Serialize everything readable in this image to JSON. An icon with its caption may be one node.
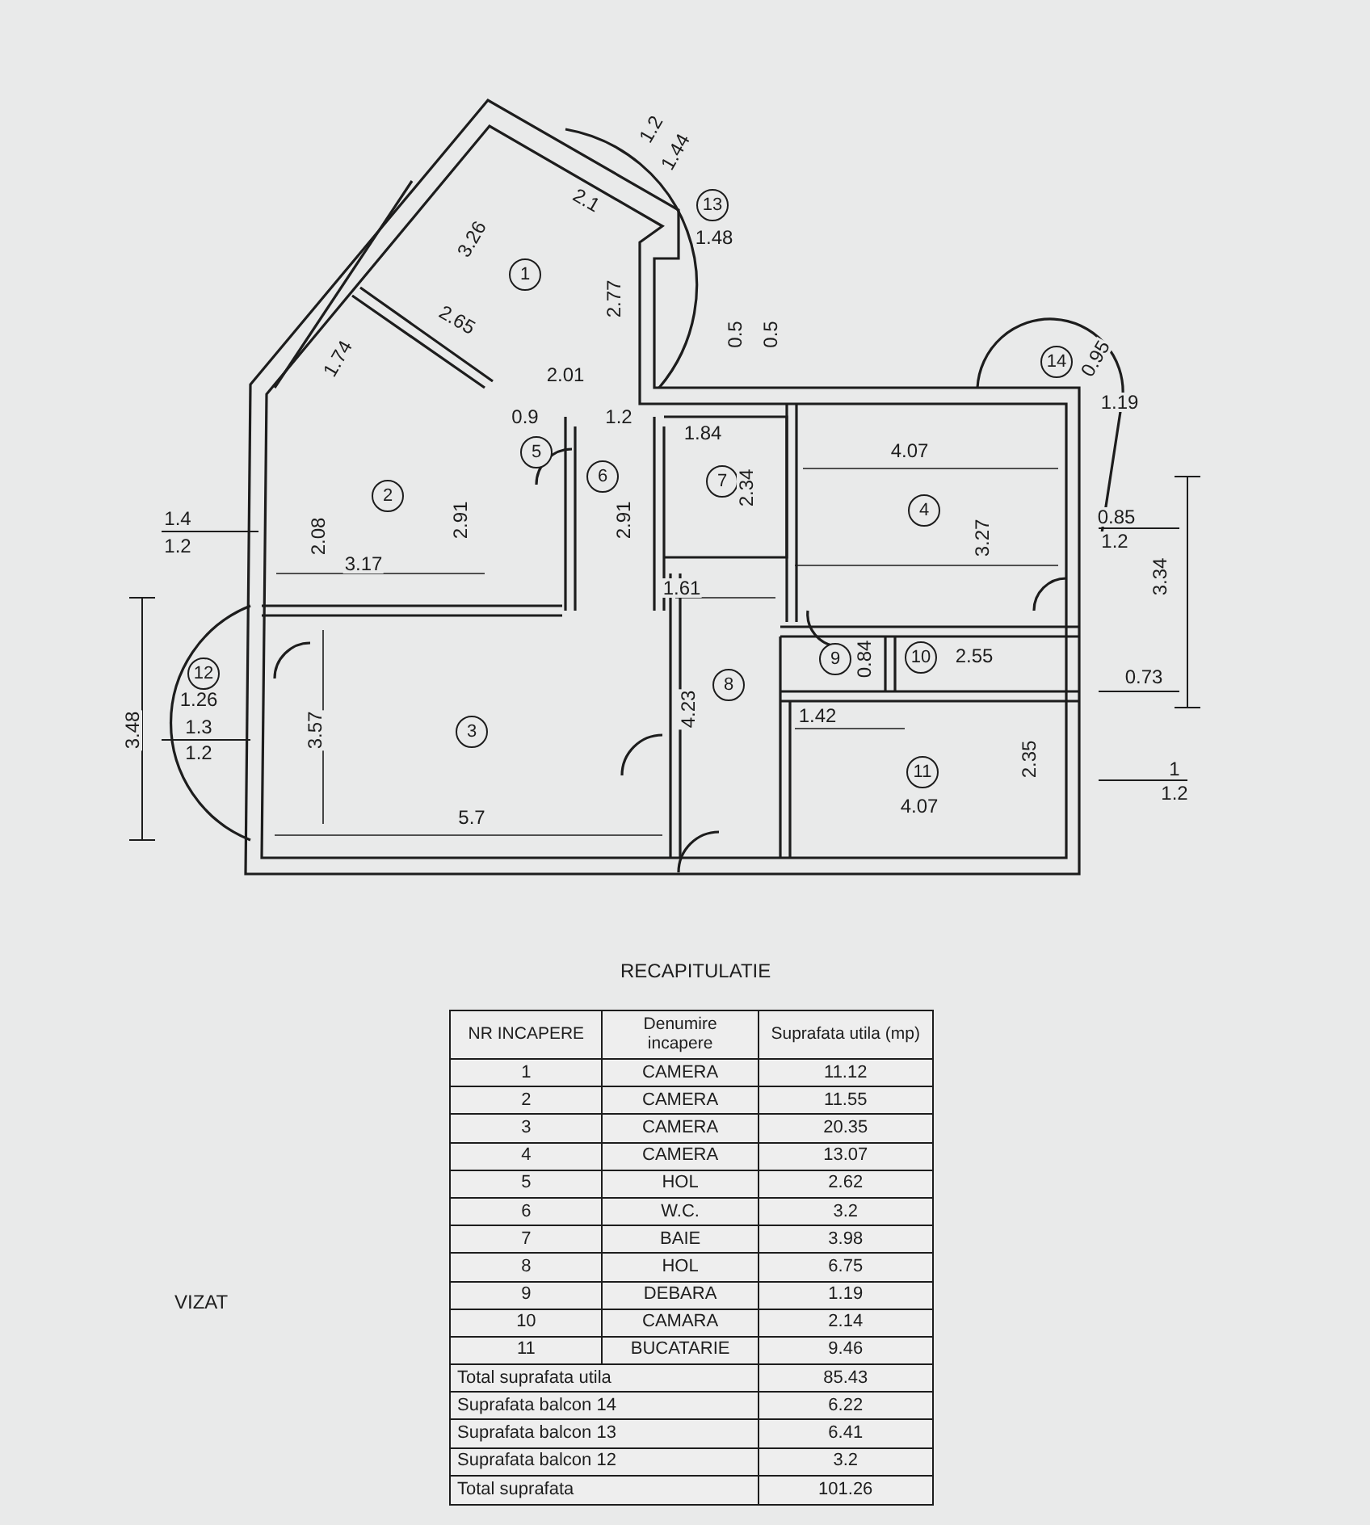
{
  "diagram": {
    "nodes": [
      {
        "text": [
          "13"
        ]
      },
      {
        "text": [
          "1"
        ]
      },
      {
        "text": [
          "14"
        ]
      },
      {
        "text": [
          "5"
        ]
      },
      {
        "text": [
          "6"
        ]
      },
      {
        "text": [
          "7"
        ]
      },
      {
        "text": [
          "2"
        ]
      },
      {
        "text": [
          "4"
        ]
      },
      {
        "text": [
          "10"
        ]
      },
      {
        "text": [
          "9"
        ]
      },
      {
        "text": [
          "12"
        ]
      },
      {
        "text": [
          "8"
        ]
      },
      {
        "text": [
          "3"
        ]
      },
      {
        "text": [
          "11"
        ]
      }
    ],
    "labels": [
      "1.2",
      "1.44",
      "2.1",
      "3.26",
      "1.48",
      "2.77",
      "2.65",
      "0.5",
      "0.5",
      "1.74",
      "0.95",
      "2.01",
      "1.19",
      "0.9",
      "1.2",
      "1.84",
      "4.07",
      "2.34",
      "1.4",
      "2.08",
      "2.91",
      "2.91",
      "3.27",
      "0.85",
      "1.2",
      "3.17",
      "1.2",
      "3.34",
      "1.61",
      "0.84",
      "2.55",
      "0.73",
      "1.26",
      "1.42",
      "4.23",
      "1.3",
      "3.48",
      "3.57",
      "1.2",
      "2.35",
      "1",
      "1.2",
      "4.07",
      "5.7",
      "RECAPITULATIE",
      "NR INCAPERE",
      "Denumire incapere",
      "Suprafata utila (mp)",
      "1",
      "CAMERA",
      "11.12",
      "2",
      "CAMERA",
      "11.55",
      "3",
      "CAMERA",
      "20.35",
      "4",
      "CAMERA",
      "13.07",
      "5",
      "HOL",
      "2.62",
      "6",
      "W.C.",
      "3.2",
      "7",
      "BAIE",
      "3.98",
      "8",
      "HOL",
      "6.75",
      "9",
      "DEBARA",
      "1.19",
      "10",
      "CAMARA",
      "2.14",
      "11",
      "BUCATARIE",
      "9.46",
      "Total suprafata utila",
      "85.43",
      "Suprafata balcon 14",
      "6.22",
      "Suprafata balcon 13",
      "6.41",
      "Suprafata balcon 12",
      "3.2",
      "Total suprafata",
      "101.26",
      "VIZAT"
    ]
  }
}
